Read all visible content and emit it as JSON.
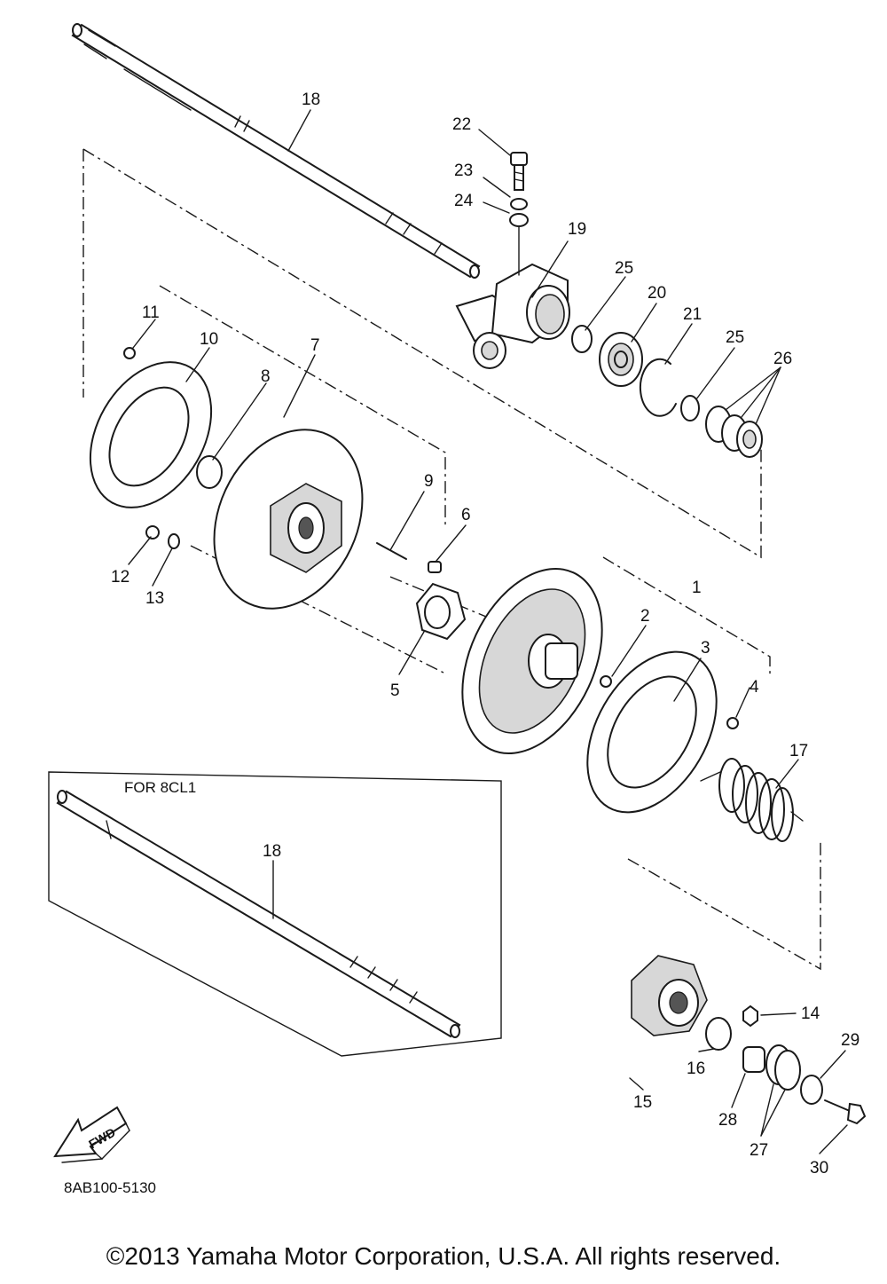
{
  "diagram": {
    "part_number_code": "8AB100-5130",
    "variant_label": "FOR 8CL1",
    "direction_label": "FWD",
    "callouts": [
      "1",
      "2",
      "3",
      "4",
      "5",
      "6",
      "7",
      "8",
      "9",
      "10",
      "11",
      "12",
      "13",
      "14",
      "15",
      "16",
      "17",
      "18",
      "18",
      "19",
      "20",
      "21",
      "22",
      "23",
      "24",
      "25",
      "25",
      "26",
      "27",
      "28",
      "29",
      "30"
    ]
  },
  "footer": {
    "copyright": "©2013 Yamaha Motor Corporation, U.S.A. All rights reserved."
  }
}
